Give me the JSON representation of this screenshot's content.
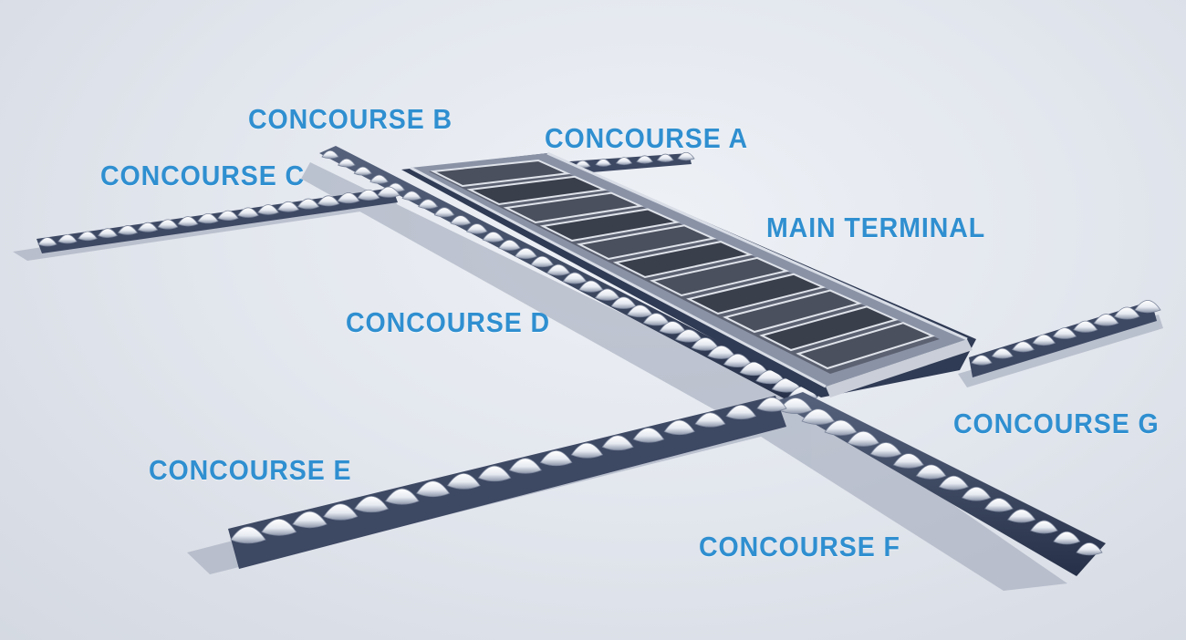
{
  "labels": {
    "concourse_a": "CONCOURSE  A",
    "concourse_b": "CONCOURSE  B",
    "concourse_c": "CONCOURSE  C",
    "concourse_d": "CONCOURSE  D",
    "concourse_e": "CONCOURSE  E",
    "concourse_f": "CONCOURSE  F",
    "concourse_g": "CONCOURSE  G",
    "main_terminal": "MAIN  TERMINAL"
  },
  "colors": {
    "label": "#2f8fd0",
    "ground": "#e3e7ee",
    "shell": "#f4f6fa",
    "shell_shadow": "#6d7890",
    "structure": "#3c4a66",
    "glass": "#5b6070"
  }
}
